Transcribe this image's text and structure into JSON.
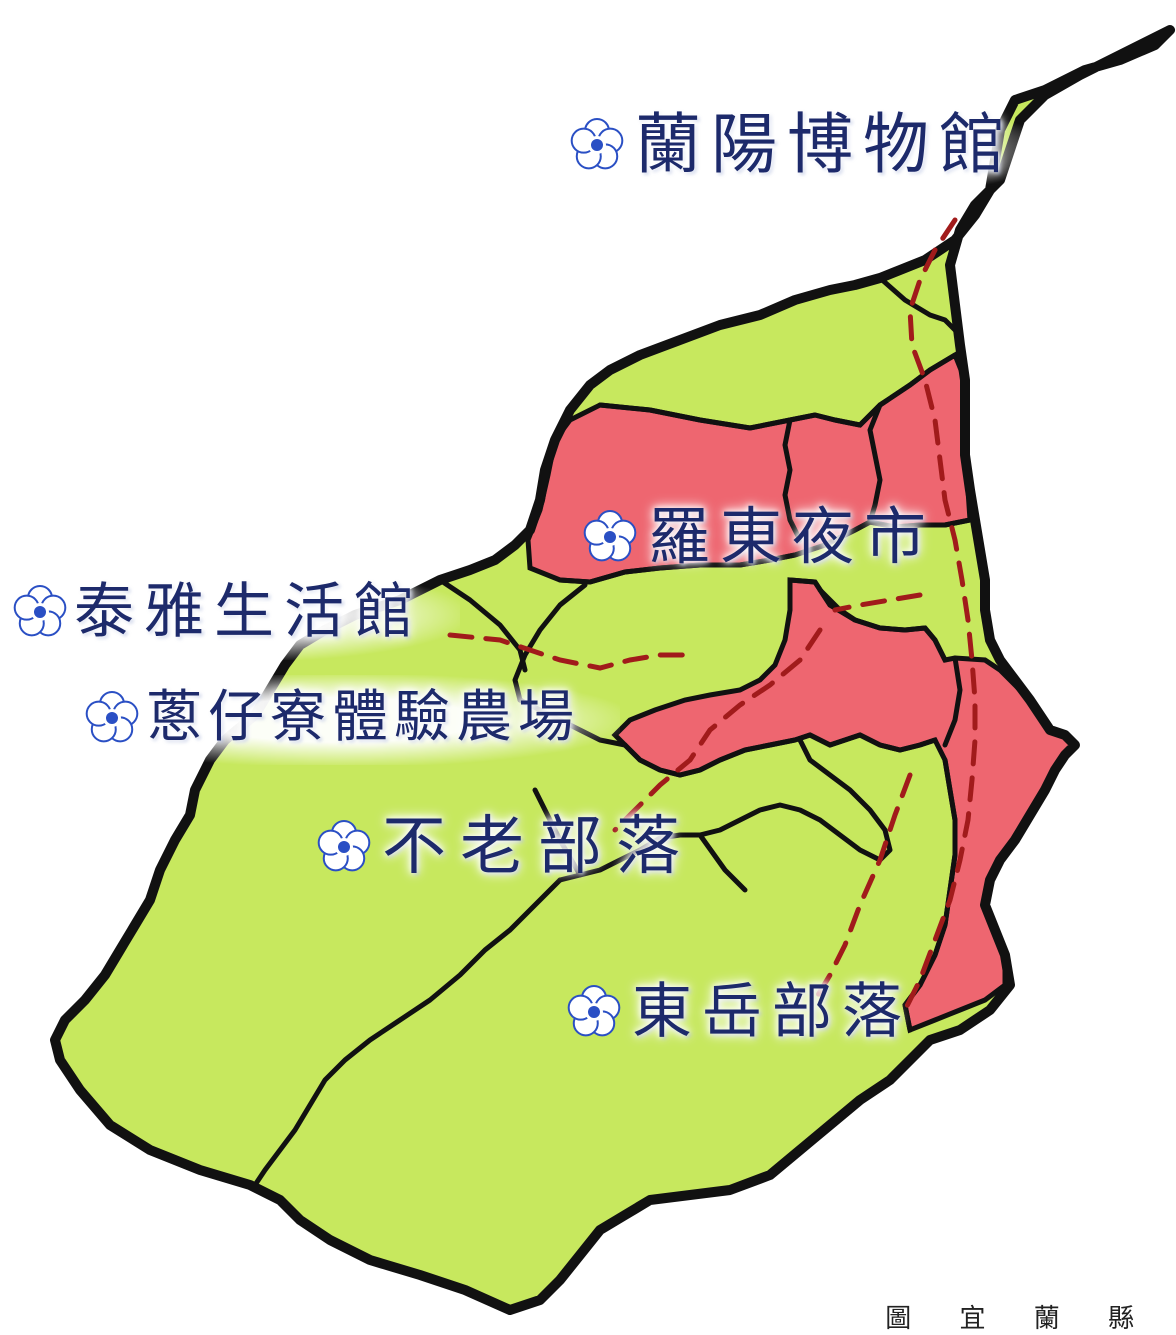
{
  "colors": {
    "region_green": "#c7e85e",
    "region_red": "#ee6670",
    "border": "#111111",
    "route": "#a11b1b",
    "label_text": "#1d2a6b",
    "icon_blue": "#2a4fc4"
  },
  "icon_name": "flower-icon",
  "pois": {
    "lanyang_museum": {
      "label": "蘭陽博物館"
    },
    "luodong_night_market": {
      "label": "羅東夜市"
    },
    "atayal_life_hall": {
      "label": "泰雅生活館"
    },
    "congzailiao_farm": {
      "label": "蔥仔寮體驗農場"
    },
    "bulao_tribe": {
      "label": "不老部落"
    },
    "dongyue_tribe": {
      "label": "東岳部落"
    }
  },
  "credit": "圖 宜 蘭 縣"
}
